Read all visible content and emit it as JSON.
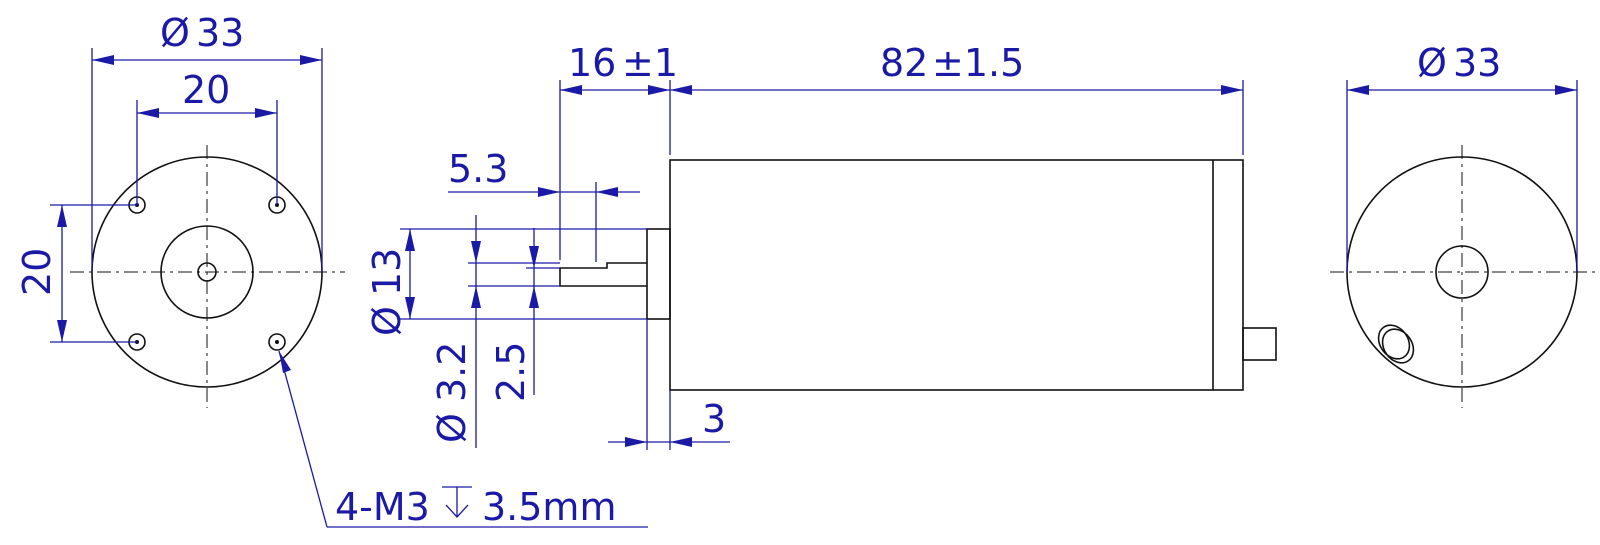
{
  "colors": {
    "dimension": "#1a1aa6",
    "outline": "#111111",
    "background": "#ffffff"
  },
  "front_view": {
    "outer_diameter": "33",
    "bolt_spacing_horizontal": "20",
    "bolt_spacing_vertical": "20",
    "thread_callout": "4-M3",
    "thread_depth": "3.5mm"
  },
  "side_view": {
    "shaft_length": "16",
    "shaft_length_tol": "±1",
    "body_length": "82",
    "body_length_tol": "±1.5",
    "flat_length": "5.3",
    "pilot_diameter": "13",
    "shaft_diameter": "3.2",
    "flat_height": "2.5",
    "pilot_length": "3"
  },
  "rear_view": {
    "outer_diameter": "33"
  }
}
